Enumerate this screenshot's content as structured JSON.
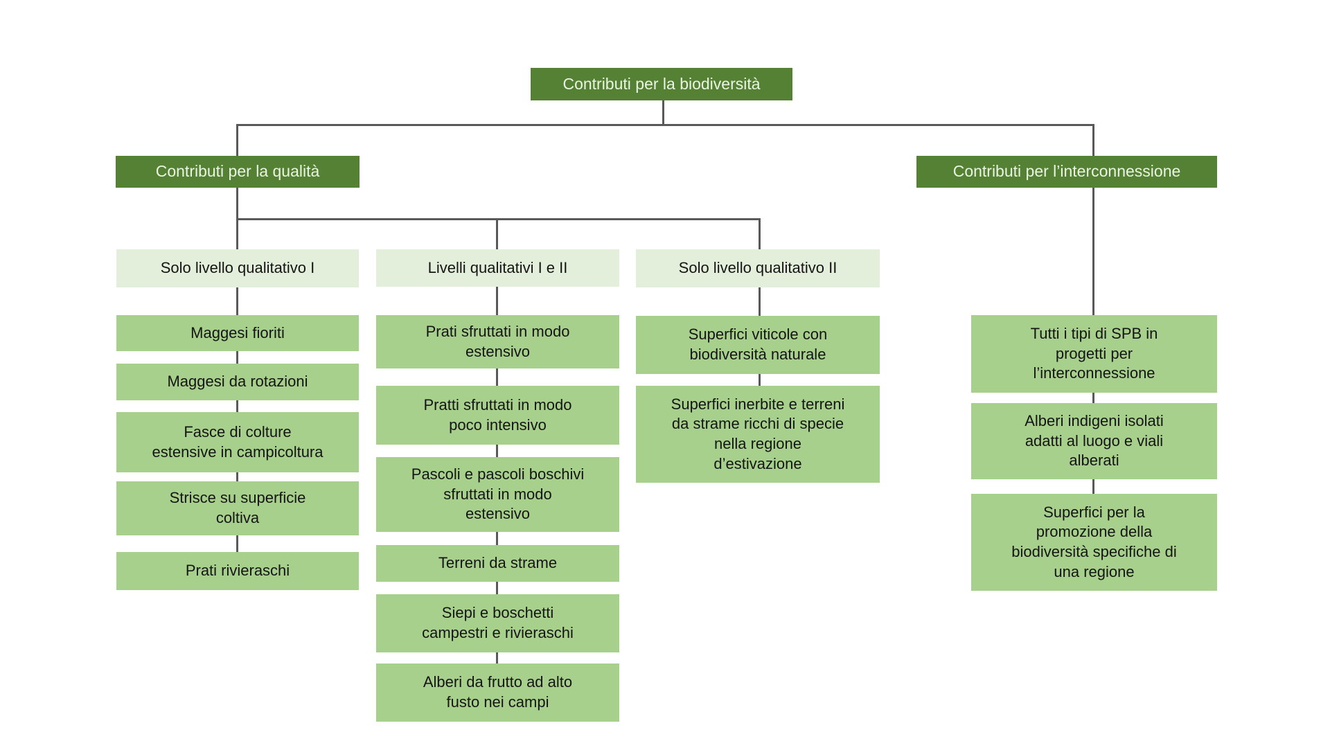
{
  "chart": {
    "title_node": {
      "label": "Contributi per la biodiversità"
    },
    "qualita": {
      "label": "Contributi per la qualità"
    },
    "interconnessione": {
      "label": "Contributi per l’interconnessione"
    },
    "groups": [
      {
        "label": "Solo livello qualitativo I",
        "items": [
          "Maggesi fioriti",
          "Maggesi da rotazioni",
          "Fasce di colture\nestensive in campicoltura",
          "Strisce su superficie\ncoltiva",
          "Prati rivieraschi"
        ]
      },
      {
        "label": "Livelli qualitativi I e II",
        "items": [
          "Prati sfruttati in modo\nestensivo",
          "Pratti sfruttati in modo\npoco intensivo",
          "Pascoli e pascoli boschivi\nsfruttati in modo\nestensivo",
          "Terreni da strame",
          "Siepi e boschetti\ncampestri e rivieraschi",
          "Alberi da frutto ad alto\nfusto nei campi"
        ]
      },
      {
        "label": "Solo livello qualitativo II",
        "items": [
          "Superfici viticole con\nbiodiversità naturale",
          "Superfici inerbite e terreni\nda strame ricchi di specie\nnella regione\nd’estivazione"
        ]
      }
    ],
    "interconnessione_items": [
      "Tutti i tipi di SPB in\nprogetti per\nl’interconnessione",
      "Alberi indigeni isolati\nadatti al luogo e viali\nalberati",
      "Superfici per la\npromozione della\nbiodiversità specifiche di\nuna regione"
    ],
    "colors": {
      "dark_green": "#548134",
      "medium_green": "#a7d08c",
      "pale_green": "#e3efda",
      "connector_gray": "#595959",
      "header_text": "#eaf4e2",
      "body_text": "#151515",
      "background": "#ffffff"
    }
  }
}
